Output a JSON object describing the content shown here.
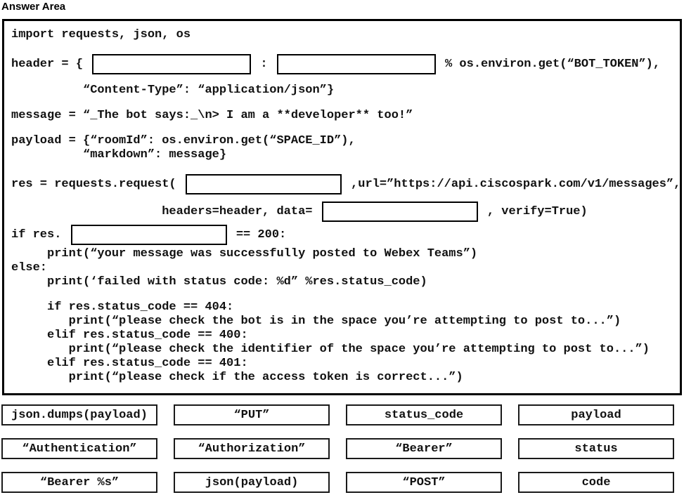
{
  "title": "Answer Area",
  "code": {
    "line_import": "import requests, json, os",
    "header_pre": "header = { ",
    "header_sep": " : ",
    "header_post": " % os.environ.get(“BOT_TOKEN”),",
    "line_content_type": "          “Content-Type”: “application/json”}",
    "line_message": "message = “_The bot says:_\\n> I am a **developer** too!”",
    "line_payload": "payload = {“roomId”: os.environ.get(“SPACE_ID”),",
    "line_markdown": "          “markdown”: message}",
    "res_pre": "res = requests.request( ",
    "res_post": " ,url=”https://api.ciscospark.com/v1/messages”,",
    "headers_pre": "                     headers=header, data= ",
    "headers_post": " , verify=True)",
    "if_pre": "if res. ",
    "if_post": " == 200:",
    "line_print_success": "     print(“your message was successfully posted to Webex Teams”)",
    "line_else": "else:",
    "line_print_failed": "     print(‘failed with status code: %d” %res.status_code)",
    "line_if_404": "     if res.status_code == 404:",
    "line_print_404": "        print(“please check the bot is in the space you’re attempting to post to...”)",
    "line_elif_400": "     elif res.status_code == 400:",
    "line_print_400": "        print(“please check the identifier of the space you’re attempting to post to...”)",
    "line_elif_401": "     elif res.status_code == 401:",
    "line_print_401": "        print(“please check if the access token is correct...”)"
  },
  "options": [
    "json.dumps(payload)",
    "“PUT”",
    "status_code",
    "payload",
    "“Authentication”",
    "“Authorization”",
    "“Bearer”",
    "status",
    "“Bearer %s”",
    "json(payload)",
    "“POST”",
    "code"
  ]
}
